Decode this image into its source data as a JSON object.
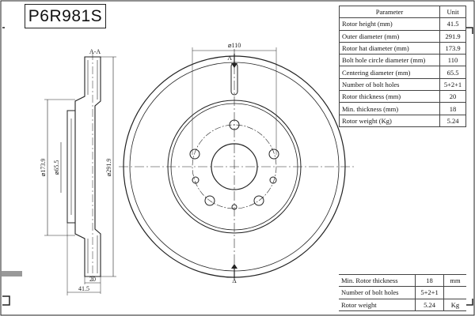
{
  "part": {
    "number": "P6R981S"
  },
  "spec_table": {
    "headers": [
      "Parameter",
      "Unit"
    ],
    "rows": [
      [
        "Rotor height (mm)",
        "41.5"
      ],
      [
        "Outer diameter (mm)",
        "291.9"
      ],
      [
        "Rotor hat diameter (mm)",
        "173.9"
      ],
      [
        "Bolt hole circle diameter (mm)",
        "110"
      ],
      [
        "Centering diameter (mm)",
        "65.5"
      ],
      [
        "Number of bolt holes",
        "5+2+1"
      ],
      [
        "Rotor thickness (mm)",
        "20"
      ],
      [
        "Min. thickness (mm)",
        "18"
      ],
      [
        "Rotor weight (Kg)",
        "5.24"
      ]
    ]
  },
  "summary_table": {
    "rows": [
      [
        "Min. Rotor thickness",
        "18",
        "mm"
      ],
      [
        "Number of bolt holes",
        "5+2+1",
        ""
      ],
      [
        "Rotor weight",
        "5.24",
        "Kg"
      ]
    ]
  },
  "drawing": {
    "section_label": "A-A",
    "front_labels": {
      "section_top": "A",
      "section_bottom": "A"
    },
    "dims": {
      "bolt_circle": "⌀110",
      "outer_diameter": "⌀291.9",
      "hat_diameter": "⌀173.9",
      "center_bore": "⌀65.5",
      "thickness": "20",
      "height": "41.5"
    }
  }
}
